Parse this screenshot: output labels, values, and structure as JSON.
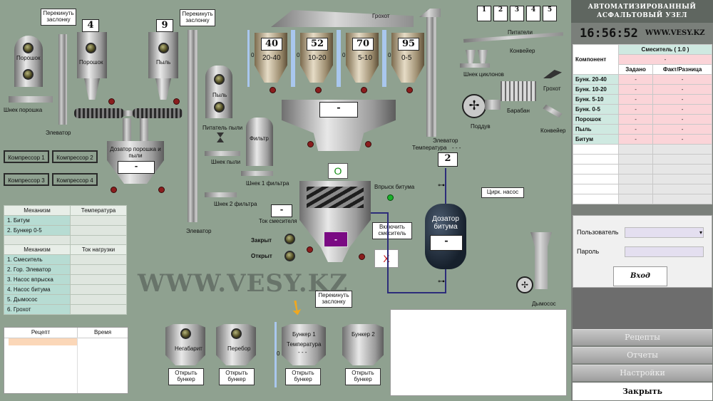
{
  "scada": {
    "buttons": {
      "switch_flap_1": "Перекинуть заслонку",
      "switch_flap_2": "Перекинуть заслонку",
      "switch_flap_3": "Перекинуть заслонку",
      "enable_mixer": "Включить смеситель",
      "open_bunker_negabarit": "Открыть бункер",
      "open_bunker_perebor": "Открыть бункер",
      "open_bunker_1": "Открыть бункер",
      "open_bunker_2": "Открыть бункер",
      "o_button": "O",
      "x_button": "X"
    },
    "labels": {
      "powder": "Порошок",
      "powder2": "Порошок",
      "dust": "Пыль",
      "dust2": "Пыль",
      "powder_screw": "Шнек порошка",
      "elevator_left": "Элеватор",
      "elevator_mid": "Элеватор",
      "elevator_right": "Элеватор",
      "dust_feeder": "Питатель пыли",
      "dust_screw": "Шнек пыли",
      "filter": "Фильтр",
      "filter_screw_1": "Шнек 1 фильтра",
      "filter_screw_2": "Шнек 2 фильтра",
      "doser": "Дозатор порошка и пыли",
      "screen": "Грохот",
      "screen2": "Грохот",
      "feeder": "Питатели",
      "conveyor": "Конвейер",
      "conveyor2": "Конвейер",
      "cyclone_screw": "Шнек циклонов",
      "drum": "Барабан",
      "blower": "Поддув",
      "temperature": "Температура",
      "temperature_value": "- - -",
      "bitumen_injection": "Впрыск битума",
      "circ_pump": "Цирк. насос",
      "bitumen_doser": "Дозатор битума",
      "mixer_current": "Ток смесителя",
      "closed": "Закрыт",
      "open": "Открыт",
      "smoke_exhauster": "Дымосос",
      "negabarit": "Негабарит",
      "perebor": "Перебор",
      "bunker_1": "Бункер 1",
      "bunker_1_temp": "Температура",
      "bunker_1_temp_value": "- - -",
      "bunker_2": "Бункер 2",
      "watermark": "WWW.VESY.KZ"
    },
    "numbers": {
      "n4": "4",
      "n9": "9",
      "n2": "2",
      "n1": "1",
      "n2b": "2",
      "n3": "3",
      "n4b": "4",
      "n5": "5"
    },
    "value_dash": "-",
    "zero": "0",
    "bins": [
      {
        "num": "40",
        "range": "20-40"
      },
      {
        "num": "52",
        "range": "10-20"
      },
      {
        "num": "70",
        "range": "5-10"
      },
      {
        "num": "95",
        "range": "0-5"
      }
    ],
    "compressors": [
      "Компрессор 1",
      "Компрессор 2",
      "Компрессор 3",
      "Компрессор 4"
    ],
    "temp_table": {
      "headers": [
        "Механизм",
        "Температура"
      ],
      "rows": [
        [
          "1. Битум",
          ""
        ],
        [
          "2. Бункер 0-5",
          ""
        ]
      ]
    },
    "load_table": {
      "headers": [
        "Механизм",
        "Ток нагрузки"
      ],
      "rows": [
        [
          "1. Смеситель",
          ""
        ],
        [
          "2. Гор. Элеватор",
          ""
        ],
        [
          "3. Насос впрыска",
          ""
        ],
        [
          "4. Насос битума",
          ""
        ],
        [
          "5. Дымосос",
          ""
        ],
        [
          "6. Грохот",
          ""
        ]
      ]
    },
    "recipe_table": {
      "headers": [
        "Рецепт",
        "Время"
      ]
    }
  },
  "right_panel": {
    "title_line1": "АВТОМАТИЗИРОВАННЫЙ",
    "title_line2": "АСФАЛЬТОВЫЙ УЗЕЛ",
    "clock": "16:56:52",
    "brand": "WWW.VESY.KZ",
    "table": {
      "component_header": "Компонент",
      "mixer_header": "Смеситель ( 1.0 )",
      "mixer_value": "-",
      "set_header": "Задано",
      "fact_header": "Факт/Разница",
      "rows": [
        {
          "name": "Бунк. 20-40",
          "set": "-",
          "fact": "-"
        },
        {
          "name": "Бунк. 10-20",
          "set": "-",
          "fact": "-"
        },
        {
          "name": "Бунк. 5-10",
          "set": "-",
          "fact": "-"
        },
        {
          "name": "Бунк. 0-5",
          "set": "-",
          "fact": "-"
        },
        {
          "name": "Порошок",
          "set": "-",
          "fact": "-"
        },
        {
          "name": "Пыль",
          "set": "-",
          "fact": "-"
        },
        {
          "name": "Битум",
          "set": "-",
          "fact": "-"
        }
      ]
    },
    "login": {
      "user_label": "Пользователь",
      "password_label": "Пароль",
      "login_button": "Вход"
    },
    "menu": {
      "recipes": "Рецепты",
      "reports": "Отчеты",
      "settings": "Настройки",
      "close": "Закрыть"
    }
  }
}
